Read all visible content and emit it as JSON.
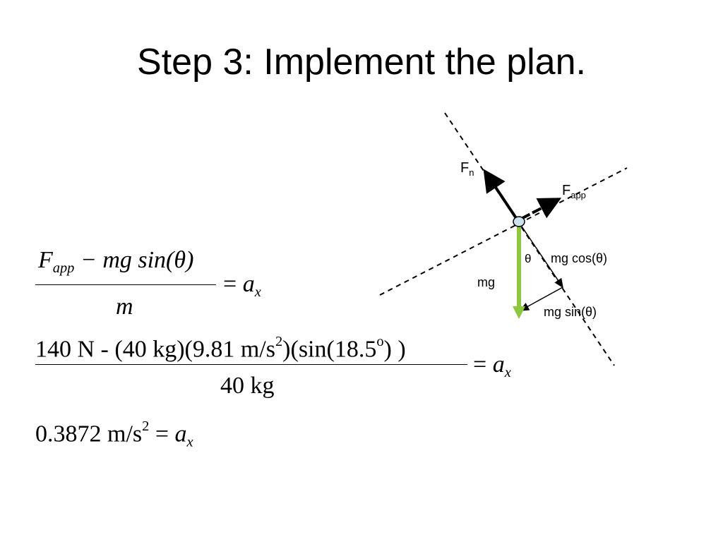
{
  "slide": {
    "title": "Step 3: Implement the plan."
  },
  "equations": {
    "eq1": {
      "num_F": "F",
      "num_app": "app",
      "num_rest": " − mg sin(θ)",
      "den": "m",
      "eq": "=",
      "rhs_a": "a",
      "rhs_x": "x"
    },
    "eq2": {
      "num_part1": "140 N - (40 kg)(9.81 m/s",
      "num_sup2": "2",
      "num_part2": ")(sin(18.5",
      "num_deg": "o",
      "num_part3": ") )",
      "den": "40 kg",
      "eq": "=",
      "rhs_a": "a",
      "rhs_x": "x"
    },
    "eq3": {
      "value": "0.3872  m/s",
      "sup2": "2",
      "eq": "=",
      "rhs_a": "a",
      "rhs_x": "x"
    }
  },
  "diagram": {
    "labels": {
      "fn_main": "F",
      "fn_sub": "n",
      "fapp_main": "F",
      "fapp_sub": "app",
      "theta": "θ",
      "mg_cos": "mg cos(θ)",
      "mg": "mg",
      "mg_sin": "mg sin(θ)"
    },
    "colors": {
      "mg_arrow": "#8dc63f",
      "node_fill": "#cde3ef",
      "line": "#000000"
    }
  }
}
